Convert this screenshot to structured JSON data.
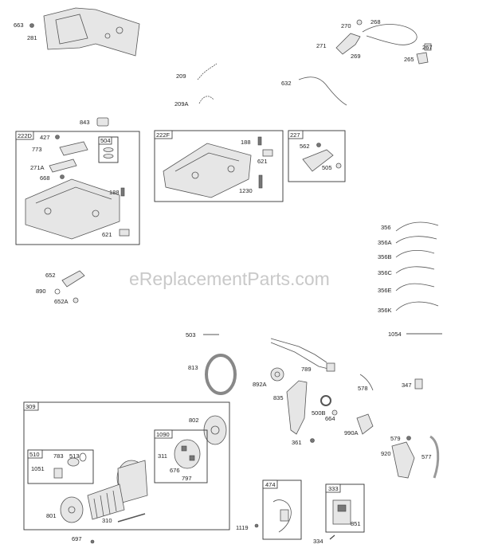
{
  "watermark": "eReplacementParts.com",
  "boxes": {
    "222D": "222D",
    "504": "504",
    "222F": "222F",
    "227": "227",
    "309": "309",
    "510": "510",
    "1090": "1090",
    "474": "474",
    "333": "333"
  },
  "labels": {
    "663": "663",
    "281": "281",
    "270": "270",
    "268": "268",
    "271": "271",
    "269": "269",
    "267": "267",
    "265": "265",
    "209": "209",
    "632": "632",
    "209A": "209A",
    "843": "843",
    "427": "427",
    "773": "773",
    "271A": "271A",
    "668": "668",
    "188a": "188",
    "621a": "621",
    "188b": "188",
    "621b": "621",
    "1230": "1230",
    "562": "562",
    "505": "505",
    "356": "356",
    "356A": "356A",
    "356B": "356B",
    "356C": "356C",
    "356E": "356E",
    "356K": "356K",
    "652": "652",
    "890": "890",
    "652A": "652A",
    "1054": "1054",
    "503": "503",
    "813": "813",
    "789": "789",
    "892A": "892A",
    "578": "578",
    "347": "347",
    "835": "835",
    "500B": "500B",
    "664": "664",
    "990A": "990A",
    "802": "802",
    "361": "361",
    "579": "579",
    "920": "920",
    "577": "577",
    "311": "311",
    "1051": "1051",
    "783": "783",
    "513": "513",
    "676": "676",
    "797": "797",
    "801": "801",
    "310": "310",
    "1119": "1119",
    "851": "851",
    "697": "697",
    "334": "334"
  }
}
